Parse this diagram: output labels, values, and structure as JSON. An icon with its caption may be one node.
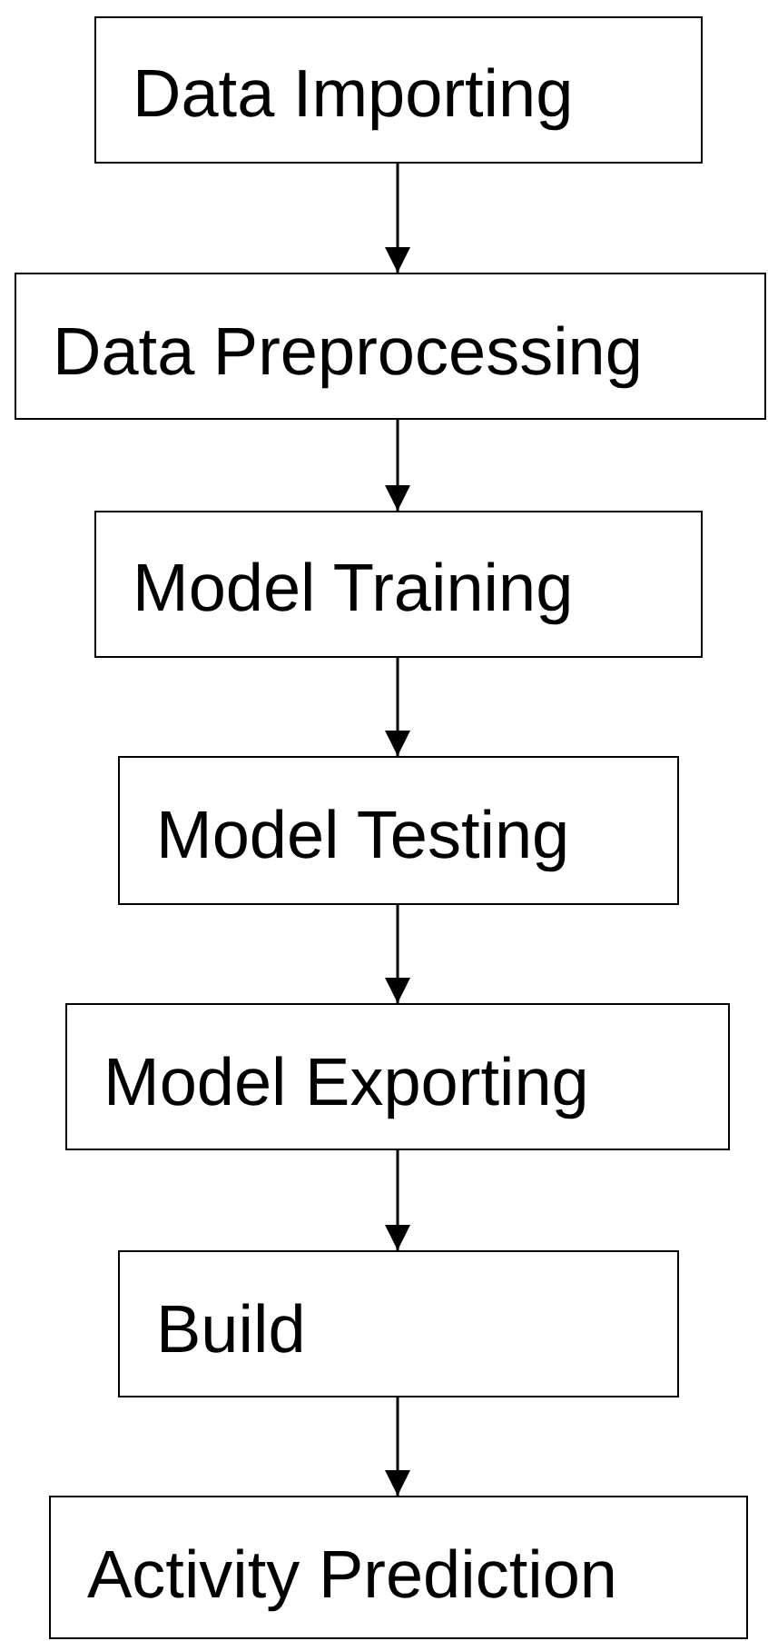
{
  "diagram": {
    "nodes": [
      {
        "text": [
          "Data Importing"
        ]
      },
      {
        "text": [
          "Data Preprocessing"
        ]
      },
      {
        "text": [
          "Model Training"
        ]
      },
      {
        "text": [
          "Model Testing"
        ]
      },
      {
        "text": [
          "Model Exporting"
        ]
      },
      {
        "text": [
          "Build"
        ]
      },
      {
        "text": [
          "Activity Prediction"
        ]
      }
    ],
    "edges": [
      {
        "from": 0,
        "to": 1,
        "arrow": "to"
      },
      {
        "from": 1,
        "to": 2,
        "arrow": "to"
      },
      {
        "from": 2,
        "to": 3,
        "arrow": "to"
      },
      {
        "from": 3,
        "to": 4,
        "arrow": "to"
      },
      {
        "from": 4,
        "to": 5,
        "arrow": "to"
      },
      {
        "from": 5,
        "to": 6,
        "arrow": "to"
      }
    ]
  }
}
